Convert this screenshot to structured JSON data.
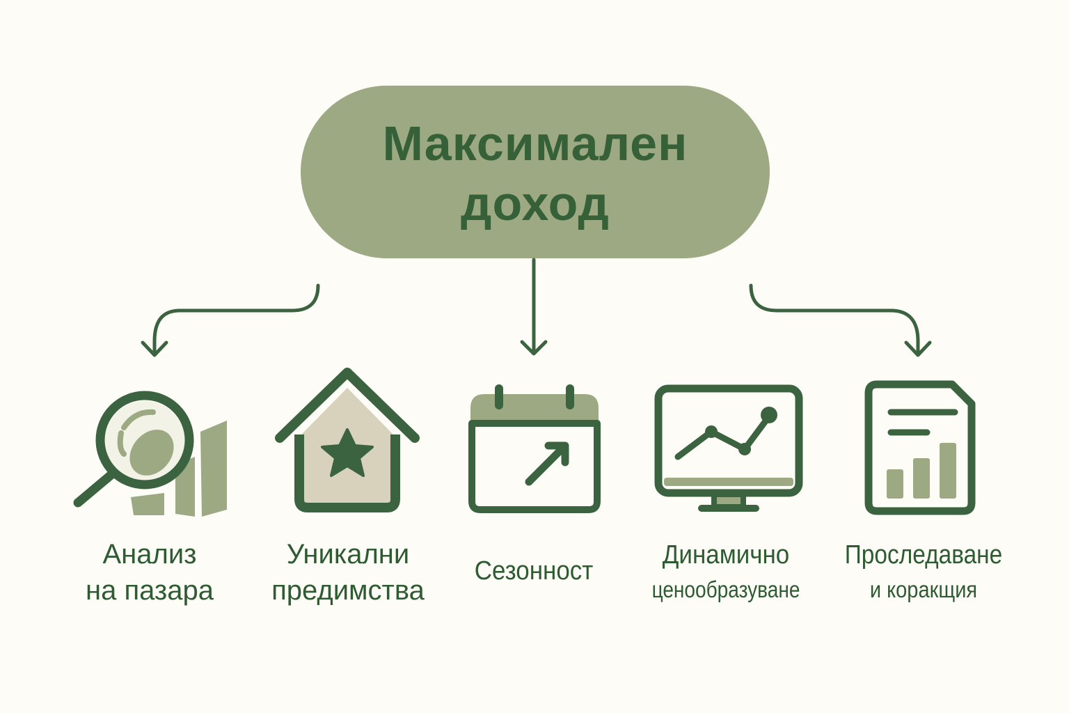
{
  "root": {
    "line1": "Максимален",
    "line2": "доход"
  },
  "nodes": [
    {
      "id": "market-analysis",
      "icon": "magnifier-map-icon",
      "line1": "Анализ",
      "line2": "на пазара"
    },
    {
      "id": "unique-advantages",
      "icon": "house-star-icon",
      "line1": "Уникални",
      "line2": "предимства"
    },
    {
      "id": "seasonality",
      "icon": "calendar-arrow-icon",
      "line1": "Сезонност",
      "line2": ""
    },
    {
      "id": "dynamic-pricing",
      "icon": "monitor-chart-icon",
      "line1": "Динамично",
      "line2": "ценообразуване"
    },
    {
      "id": "tracking-correction",
      "icon": "report-bars-icon",
      "line1": "Проследаване",
      "line2": "и коракщия"
    }
  ],
  "colors": {
    "background": "#fdfcf7",
    "pill": "#9ca982",
    "dark_green": "#3b6340",
    "light_green": "#9ca982",
    "beige": "#d8d2bd",
    "text": "#2f5b33"
  }
}
